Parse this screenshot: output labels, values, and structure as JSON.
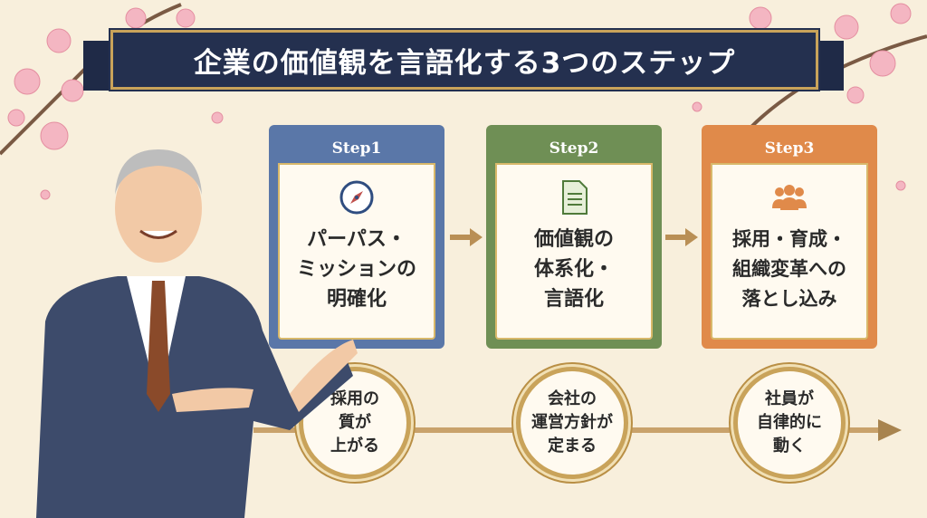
{
  "title": "企業の価値観を言語化する3つのステップ",
  "steps": [
    {
      "label": "Step1",
      "text": "パーパス・\nミッションの\n明確化",
      "icon": "compass-icon",
      "color": "#5a77a8"
    },
    {
      "label": "Step2",
      "text": "価値観の\n体系化・\n言語化",
      "icon": "document-icon",
      "color": "#6f8f55"
    },
    {
      "label": "Step3",
      "text": "採用・育成・\n組織変革への\n落とし込み",
      "icon": "people-icon",
      "color": "#e08a4a"
    }
  ],
  "outcomes": [
    "採用の\n質が\n上がる",
    "会社の\n運営方針が\n定まる",
    "社員が\n自律的に\n動く"
  ]
}
